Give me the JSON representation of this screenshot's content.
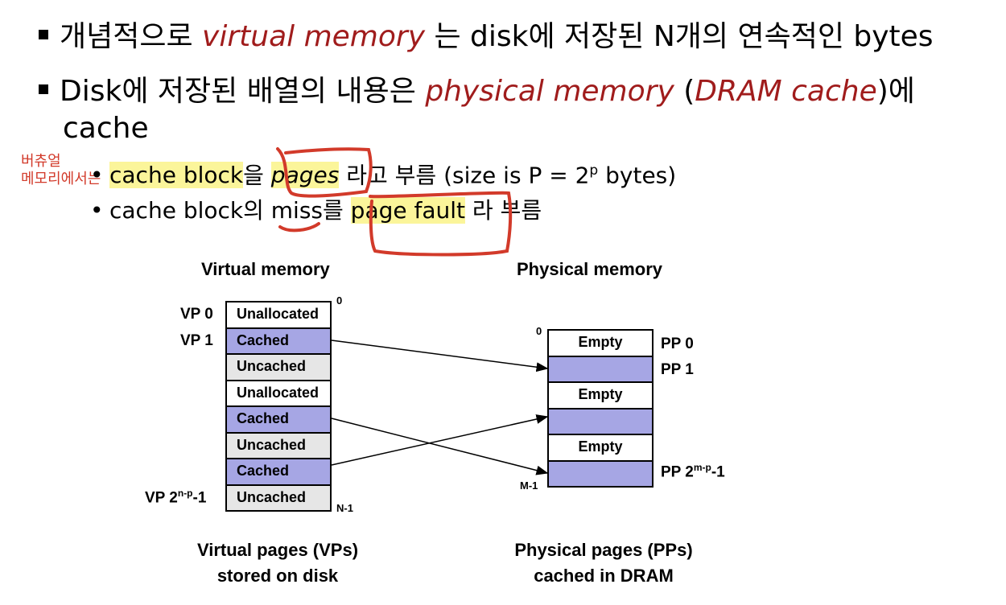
{
  "bullets": {
    "b1": {
      "a": "개념적으로 ",
      "red": "virtual memory",
      "b": " 는 disk에 저장된 N개의 연속적인 bytes"
    },
    "b2": {
      "a": "Disk에 저장된 배열의 내용은 ",
      "red1": "physical memory",
      "b": " (",
      "red2": "DRAM cache",
      "c": ")에",
      "line2": "cache"
    }
  },
  "sub": {
    "s1": {
      "hl": "cache block",
      "a": "을 ",
      "pages": "pages",
      "b": " 라고 부름 (size is P = 2",
      "sup": "p",
      "c": " bytes)"
    },
    "s2": {
      "a": "cache block의 miss를 ",
      "hl": "page fault",
      "b": " 라 부름"
    }
  },
  "annotation": {
    "line1": "버츄얼",
    "line2": "메모리에서는"
  },
  "diagram": {
    "virtual": {
      "title": "Virtual memory",
      "cells": [
        "Unallocated",
        "Cached",
        "Uncached",
        "Unallocated",
        "Cached",
        "Uncached",
        "Cached",
        "Uncached"
      ],
      "labels": {
        "vp0": "VP 0",
        "vp1": "VP 1",
        "vplast_a": "VP 2",
        "vplast_sup": "n-p",
        "vplast_b": "-1"
      },
      "top": "0",
      "bottom": "N-1",
      "caption1": "Virtual pages (VPs)",
      "caption2": "stored on disk"
    },
    "physical": {
      "title": "Physical memory",
      "cells": [
        "Empty",
        "",
        "Empty",
        "",
        "Empty",
        ""
      ],
      "labels": {
        "pp0": "PP 0",
        "pp1": "PP 1",
        "pplast_a": "PP 2",
        "pplast_sup": "m-p",
        "pplast_b": "-1"
      },
      "top": "0",
      "bottom": "M-1",
      "caption1": "Physical pages (PPs)",
      "caption2": "cached in DRAM"
    },
    "colors": {
      "cached": "#a6a6e4",
      "uncached": "#e6e6e6",
      "white": "#ffffff",
      "ink": "#d23a2a"
    }
  }
}
